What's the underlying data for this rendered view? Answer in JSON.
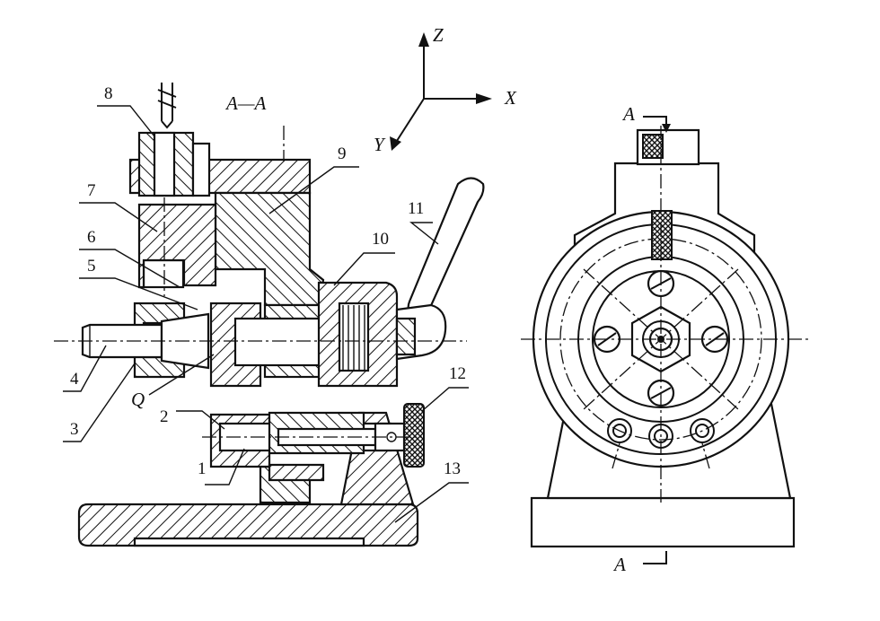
{
  "section_title": "A—A",
  "axes": {
    "z": "Z",
    "x": "X",
    "y": "Y"
  },
  "section_marks": {
    "top": "A",
    "bottom": "A"
  },
  "point_label": "Q",
  "part_numbers": [
    "1",
    "2",
    "3",
    "4",
    "5",
    "6",
    "7",
    "8",
    "9",
    "10",
    "11",
    "12",
    "13"
  ]
}
